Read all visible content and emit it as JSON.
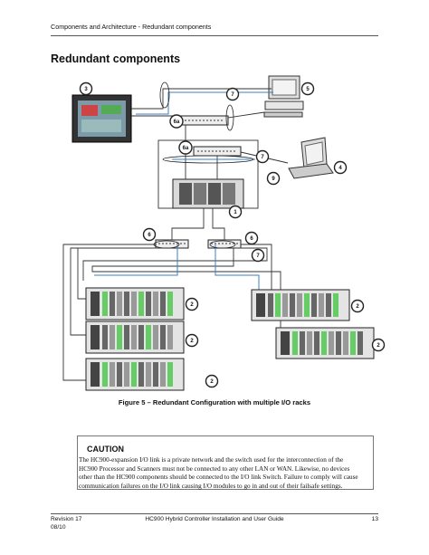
{
  "header": {
    "text": "Components and Architecture - Redundant components"
  },
  "section": {
    "title": "Redundant components"
  },
  "diagram": {
    "callouts": [
      "3",
      "7",
      "5",
      "6a",
      "6a",
      "7",
      "4",
      "9",
      "1",
      "6",
      "6",
      "7",
      "2",
      "2",
      "2",
      "2",
      "2"
    ]
  },
  "figure": {
    "caption": "Figure 5 – Redundant Configuration with multiple I/O racks"
  },
  "caution": {
    "title": "CAUTION",
    "lines": [
      "The HC900-expansion I/O link is a private network and the switch used for the interconnection of the",
      "HC900 Processor and Scanners must not be connected to any other LAN or WAN.  Likewise, no devices",
      "other than the HC900 components should be connected to the I/O link Switch.  Failure to comply will cause",
      "communication failures on the I/O link causing I/O modules to go in and out of their failsafe settings."
    ]
  },
  "footer": {
    "revision": "Revision 17",
    "date": "08/10",
    "guide": "HC900 Hybrid Controller Installation and User Guide",
    "page": "13"
  }
}
